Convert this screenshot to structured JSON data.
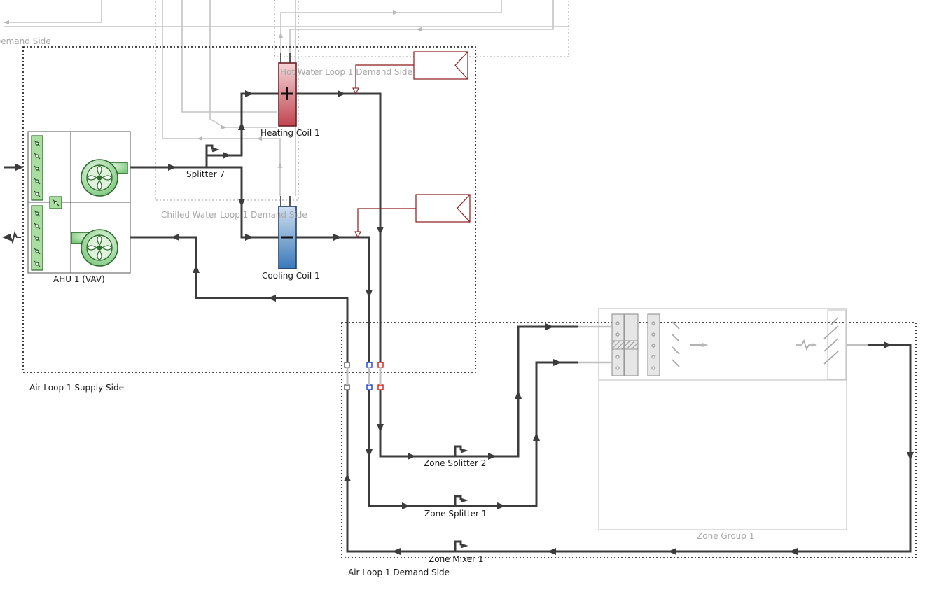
{
  "labels": {
    "top_demand": "Demand Side",
    "hot_water": "Hot Water Loop 1 Demand Side",
    "heating_coil": "Heating Coil 1",
    "splitter7": "Splitter 7",
    "chilled_water": "Chilled Water Loop 1 Demand Side",
    "cooling_coil": "Cooling Coil 1",
    "ahu": "AHU 1 (VAV)",
    "supply_side": "Air Loop 1 Supply Side",
    "zone_splitter2": "Zone Splitter 2",
    "zone_splitter1": "Zone Splitter 1",
    "zone_group": "Zone Group 1",
    "zone_mixer": "Zone Mixer 1",
    "demand_side": "Air Loop 1 Demand Side"
  },
  "colors": {
    "pipe": "#3c3c3c",
    "pipe_inactive": "#c4c4c4",
    "heating_coil": "#c0444e",
    "cooling_coil": "#3a78b8",
    "controller_line": "#8b1a1a",
    "fan_fill": "#7fc97f",
    "node_blue": "#1a3fd0",
    "node_red": "#d01a1a"
  },
  "icons": [
    "fan-icon",
    "damper-icon",
    "controller-icon",
    "splitter-icon",
    "mixer-icon",
    "coil-heating-icon",
    "coil-cooling-icon"
  ]
}
